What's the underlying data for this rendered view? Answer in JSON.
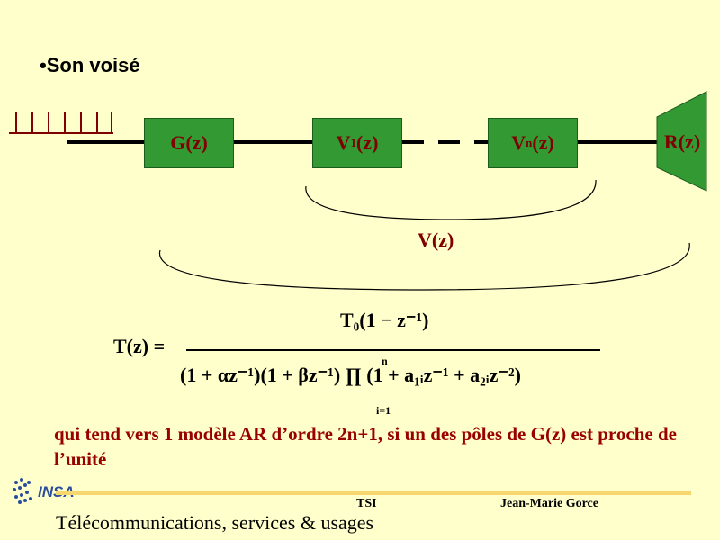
{
  "slide": {
    "title": "•Son voisé",
    "blocks": {
      "g": "G(z)",
      "v1_main": "V",
      "v1_sub": "1",
      "v1_tail": "(z)",
      "vn_main": "V",
      "vn_sub": "n",
      "vn_tail": "(z)",
      "r": "R(z)"
    },
    "v_label": "V(z)",
    "formula": {
      "lhs": "T(z) =",
      "numerator": "T₀(1 − z⁻¹)",
      "denominator": "(1 + αz⁻¹)(1 + βz⁻¹) ∏ (1 + a₁ᵢz⁻¹ + a₂ᵢz⁻²)",
      "prod_upper": "n",
      "prod_lower": "i=1"
    },
    "conclusion": "qui tend vers 1 modèle AR d’ordre 2n+1, si un des pôles de G(z) est proche de l’unité"
  },
  "footer": {
    "logo": "INSA",
    "center": "TSI",
    "right": "Jean-Marie Gorce",
    "left": "Télécommunications, services & usages"
  },
  "colors": {
    "background": "#ffffcc",
    "block_fill": "#339933",
    "label_red": "#800000",
    "footer_rule": "#f5d76e"
  }
}
